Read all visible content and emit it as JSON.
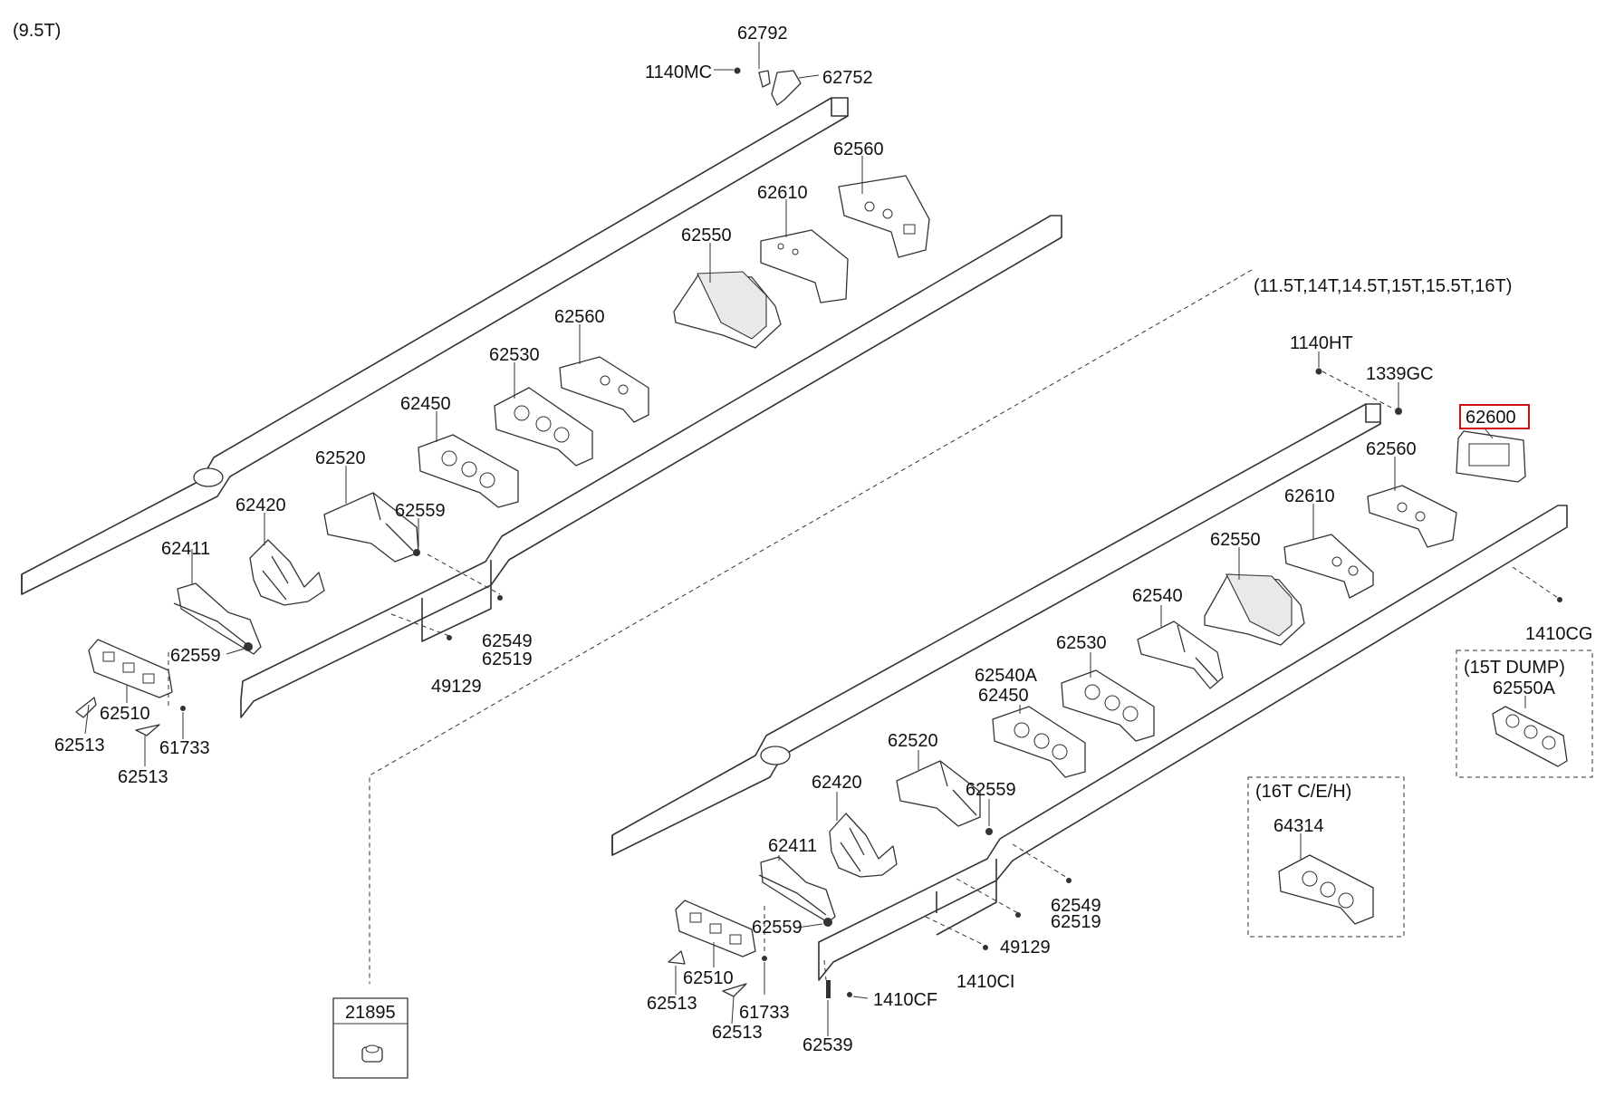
{
  "variants": {
    "base": "(9.5T)",
    "heavy": "(11.5T,14T,14.5T,15T,15.5T,16T)",
    "dump": "(15T DUMP)",
    "ceh": "(16T C/E/H)"
  },
  "highlight": {
    "part": "62600",
    "color": "#d01010"
  },
  "callouts_95T": {
    "p62792": "62792",
    "p1140MC": "1140MC",
    "p62752": "62752",
    "p62560a": "62560",
    "p62610": "62610",
    "p62550": "62550",
    "p62560b": "62560",
    "p62530": "62530",
    "p62450": "62450",
    "p62520": "62520",
    "p62420": "62420",
    "p62559a": "62559",
    "p62411": "62411",
    "p62549": "62549",
    "p62519": "62519",
    "p62559b": "62559",
    "p49129": "49129",
    "p62510": "62510",
    "p62513a": "62513",
    "p61733": "61733",
    "p62513b": "62513"
  },
  "callouts_heavy": {
    "p1140HT": "1140HT",
    "p1339GC": "1339GC",
    "p62600": "62600",
    "p62560": "62560",
    "p62610": "62610",
    "p62550": "62550",
    "p62540": "62540",
    "p1410CG": "1410CG",
    "p62530": "62530",
    "p62540A": "62540A",
    "p62450": "62450",
    "p62520": "62520",
    "p62420": "62420",
    "p62559a": "62559",
    "p62411": "62411",
    "p62549": "62549",
    "p62519": "62519",
    "p62559b": "62559",
    "p49129": "49129",
    "p62510": "62510",
    "p1410CI": "1410CI",
    "p62513a": "62513",
    "p61733": "61733",
    "p1410CF": "1410CF",
    "p62513b": "62513",
    "p62539": "62539",
    "p62550A": "62550A",
    "p64314": "64314"
  },
  "common": {
    "p21895": "21895"
  }
}
